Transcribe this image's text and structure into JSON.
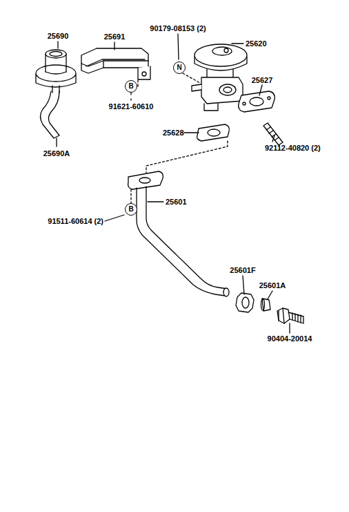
{
  "diagram": {
    "nodes": [
      {
        "text": [
          "N"
        ]
      },
      {
        "text": [
          "B"
        ]
      },
      {
        "text": [
          "B"
        ]
      }
    ],
    "labels": [
      "25690",
      "25691",
      "90179-08153 (2)",
      "25620",
      "25627",
      "25628",
      "92112-40820 (2)",
      "25690A",
      "91621-60610",
      "25601",
      "91511-60614 (2)",
      "25601F",
      "25601A",
      "90404-20014"
    ]
  }
}
